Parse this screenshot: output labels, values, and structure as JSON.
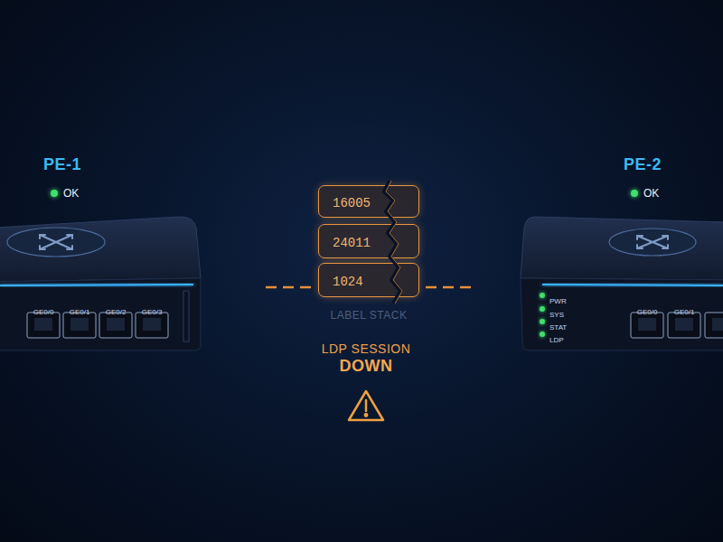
{
  "diagram": {
    "nodes": [
      {
        "text": [
          "PE-1",
          "OK"
        ]
      },
      {
        "text": [
          "LABEL STACK"
        ]
      },
      {
        "text": [
          "16005"
        ],
        "in": 1
      },
      {
        "text": [
          "24011"
        ],
        "in": 1
      },
      {
        "text": [
          "1024"
        ],
        "in": 1
      },
      {
        "text": [
          "PE-2",
          "OK"
        ]
      }
    ],
    "edges": [
      {
        "from": 0,
        "to": 1,
        "arrow": "none"
      },
      {
        "from": 1,
        "to": 5,
        "arrow": "none"
      }
    ],
    "labels": [
      "GE0/0",
      "GE0/1",
      "GE0/2",
      "GE0/3",
      "PWR",
      "SYS",
      "STAT",
      "LDP",
      "GE0/0",
      "GE0/1",
      "LDP SESSION",
      "DOWN"
    ]
  }
}
